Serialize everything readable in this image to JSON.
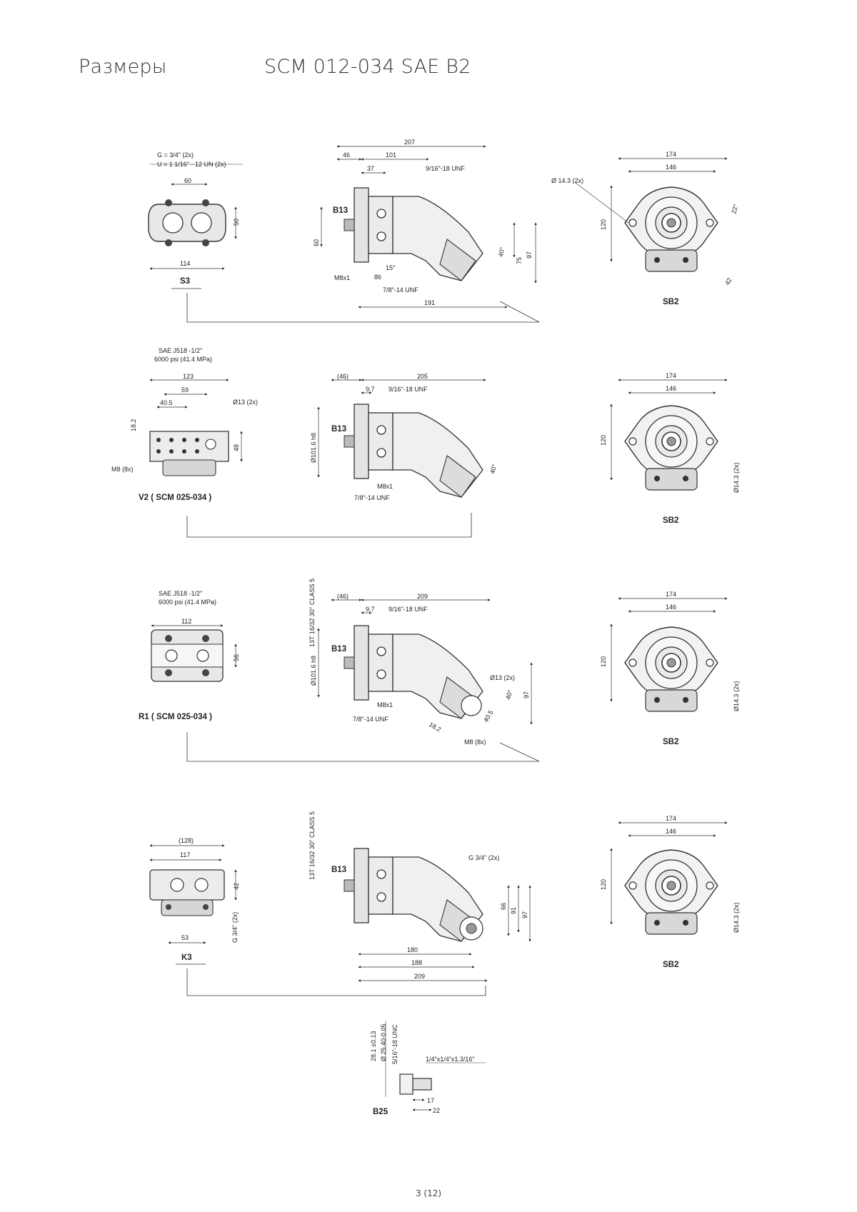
{
  "header": {
    "section": "Размеры",
    "model": "SCM 012-034 SAE B2"
  },
  "page_number": "3 (12)",
  "row1": {
    "left": {
      "g": "G = 3/4\" (2x)",
      "u": "U = 1 1/16\" - 12 UN (2x)",
      "d60": "60",
      "d50": "50",
      "d114": "114",
      "label": "S3"
    },
    "side": {
      "d207": "207",
      "d46": "46",
      "d101": "101",
      "d37": "37",
      "t916": "9/16\"-18 UNF",
      "b13": "B13",
      "d60": "60",
      "m8": "M8x1",
      "d86": "86",
      "d15": "15°",
      "t78": "7/8\"-14 UNF",
      "d191": "191",
      "d40": "40°",
      "d75": "75",
      "d97": "97"
    },
    "right": {
      "d174": "174",
      "d146": "146",
      "dia": "Ø 14.3 (2x)",
      "d120": "120",
      "d22": "22°",
      "d42": "42",
      "label": "SB2"
    }
  },
  "row2": {
    "left": {
      "sae": "SAE J518 -1/2\"",
      "psi": "6000 psi (41.4 MPa)",
      "d123": "123",
      "d59": "59",
      "d405": "40.5",
      "d182": "18.2",
      "d13": "Ø13 (2x)",
      "d48": "48",
      "m8": "M8 (8x)",
      "label": "V2 ( SCM 025-034 )"
    },
    "side": {
      "d46": "(46)",
      "d205": "205",
      "d97": "9.7",
      "t916": "9/16\"-18 UNF",
      "b13": "B13",
      "dia": "Ø101.6 h8",
      "m8": "M8x1",
      "t78": "7/8\"-14 UNF",
      "d40": "40°"
    },
    "right": {
      "d174": "174",
      "d146": "146",
      "d120": "120",
      "dia": "Ø14.3 (2x)",
      "label": "SB2"
    }
  },
  "row3": {
    "left": {
      "sae": "SAE J518 -1/2\"",
      "psi": "6000 psi (41.4 MPa)",
      "d112": "112",
      "d56": "56",
      "label": "R1 ( SCM 025-034 )"
    },
    "side": {
      "spline": "13T 16/32 30° CLASS 5",
      "d46": "(46)",
      "d209": "209",
      "d97": "9.7",
      "t916": "9/16\"-18 UNF",
      "b13": "B13",
      "dia": "Ø101.6 h8",
      "d13": "Ø13 (2x)",
      "d40": "40°",
      "d97b": "97",
      "m8": "M8x1",
      "t78": "7/8\"-14 UNF",
      "d182": "18.2",
      "d405": "40.5",
      "m8b": "M8 (8x)"
    },
    "right": {
      "d174": "174",
      "d146": "146",
      "d120": "120",
      "dia": "Ø14.3 (2x)",
      "label": "SB2"
    }
  },
  "row4": {
    "left": {
      "d128": "(128)",
      "d117": "117",
      "d42": "42",
      "d53": "53",
      "g34": "G 3/4\" (2x)",
      "label": "K3"
    },
    "side": {
      "spline": "13T 16/32 30° CLASS 5",
      "b13": "B13",
      "g34": "G 3/4\" (2x)",
      "d66": "66",
      "d91": "91",
      "d97": "97",
      "d180": "180",
      "d188": "188",
      "d209": "209"
    },
    "right": {
      "d174": "174",
      "d146": "146",
      "d120": "120",
      "dia": "Ø14.3 (2x)",
      "label": "SB2"
    }
  },
  "shaft": {
    "d281": "28.1 ±0.13",
    "d2540": "Ø 25.40-0.05",
    "unc": "5/16\"-18 UNC",
    "key": "1/4\"x1/4\"x1.3/16\"",
    "d17": "17",
    "d22": "22",
    "label": "B25"
  }
}
